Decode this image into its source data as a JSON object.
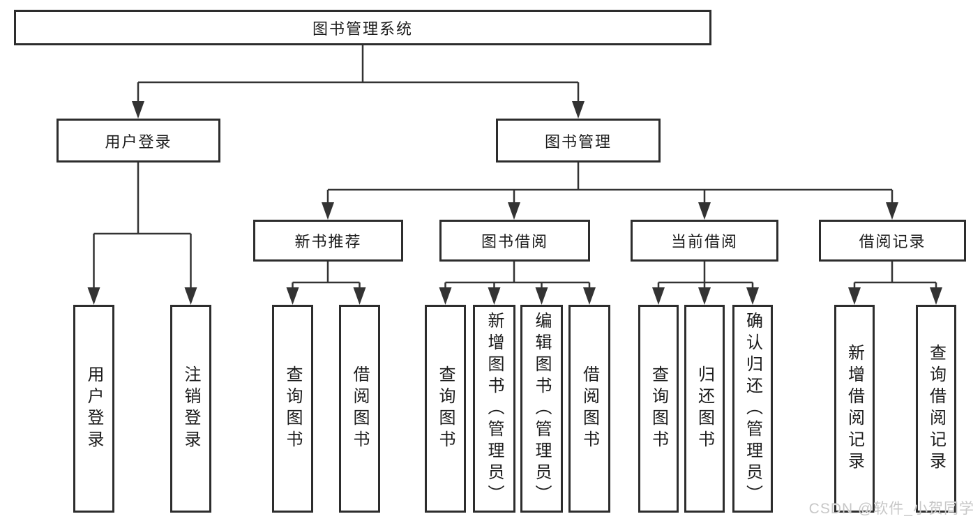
{
  "diagram_type": "hierarchy-tree",
  "colors": {
    "line": "#333333",
    "box_border": "#2d2d2d",
    "text": "#1b1b1b",
    "background": "#ffffff",
    "watermark": "#c7c7c7"
  },
  "tree": {
    "label": "图书管理系统",
    "children": [
      {
        "label": "用户登录",
        "children": [
          {
            "label": "用户登录"
          },
          {
            "label": "注销登录"
          }
        ]
      },
      {
        "label": "图书管理",
        "children": [
          {
            "label": "新书推荐",
            "children": [
              {
                "label": "查询图书"
              },
              {
                "label": "借阅图书"
              }
            ]
          },
          {
            "label": "图书借阅",
            "children": [
              {
                "label": "查询图书"
              },
              {
                "label": "新增图书（管理员）"
              },
              {
                "label": "编辑图书（管理员）"
              },
              {
                "label": "借阅图书"
              }
            ]
          },
          {
            "label": "当前借阅",
            "children": [
              {
                "label": "查询图书"
              },
              {
                "label": "归还图书"
              },
              {
                "label": "确认归还（管理员）"
              }
            ]
          },
          {
            "label": "借阅记录",
            "children": [
              {
                "label": "新增借阅记录"
              },
              {
                "label": "查询借阅记录"
              }
            ]
          }
        ]
      }
    ]
  },
  "watermark": {
    "text": "CSDN @软件_小贺同学"
  }
}
